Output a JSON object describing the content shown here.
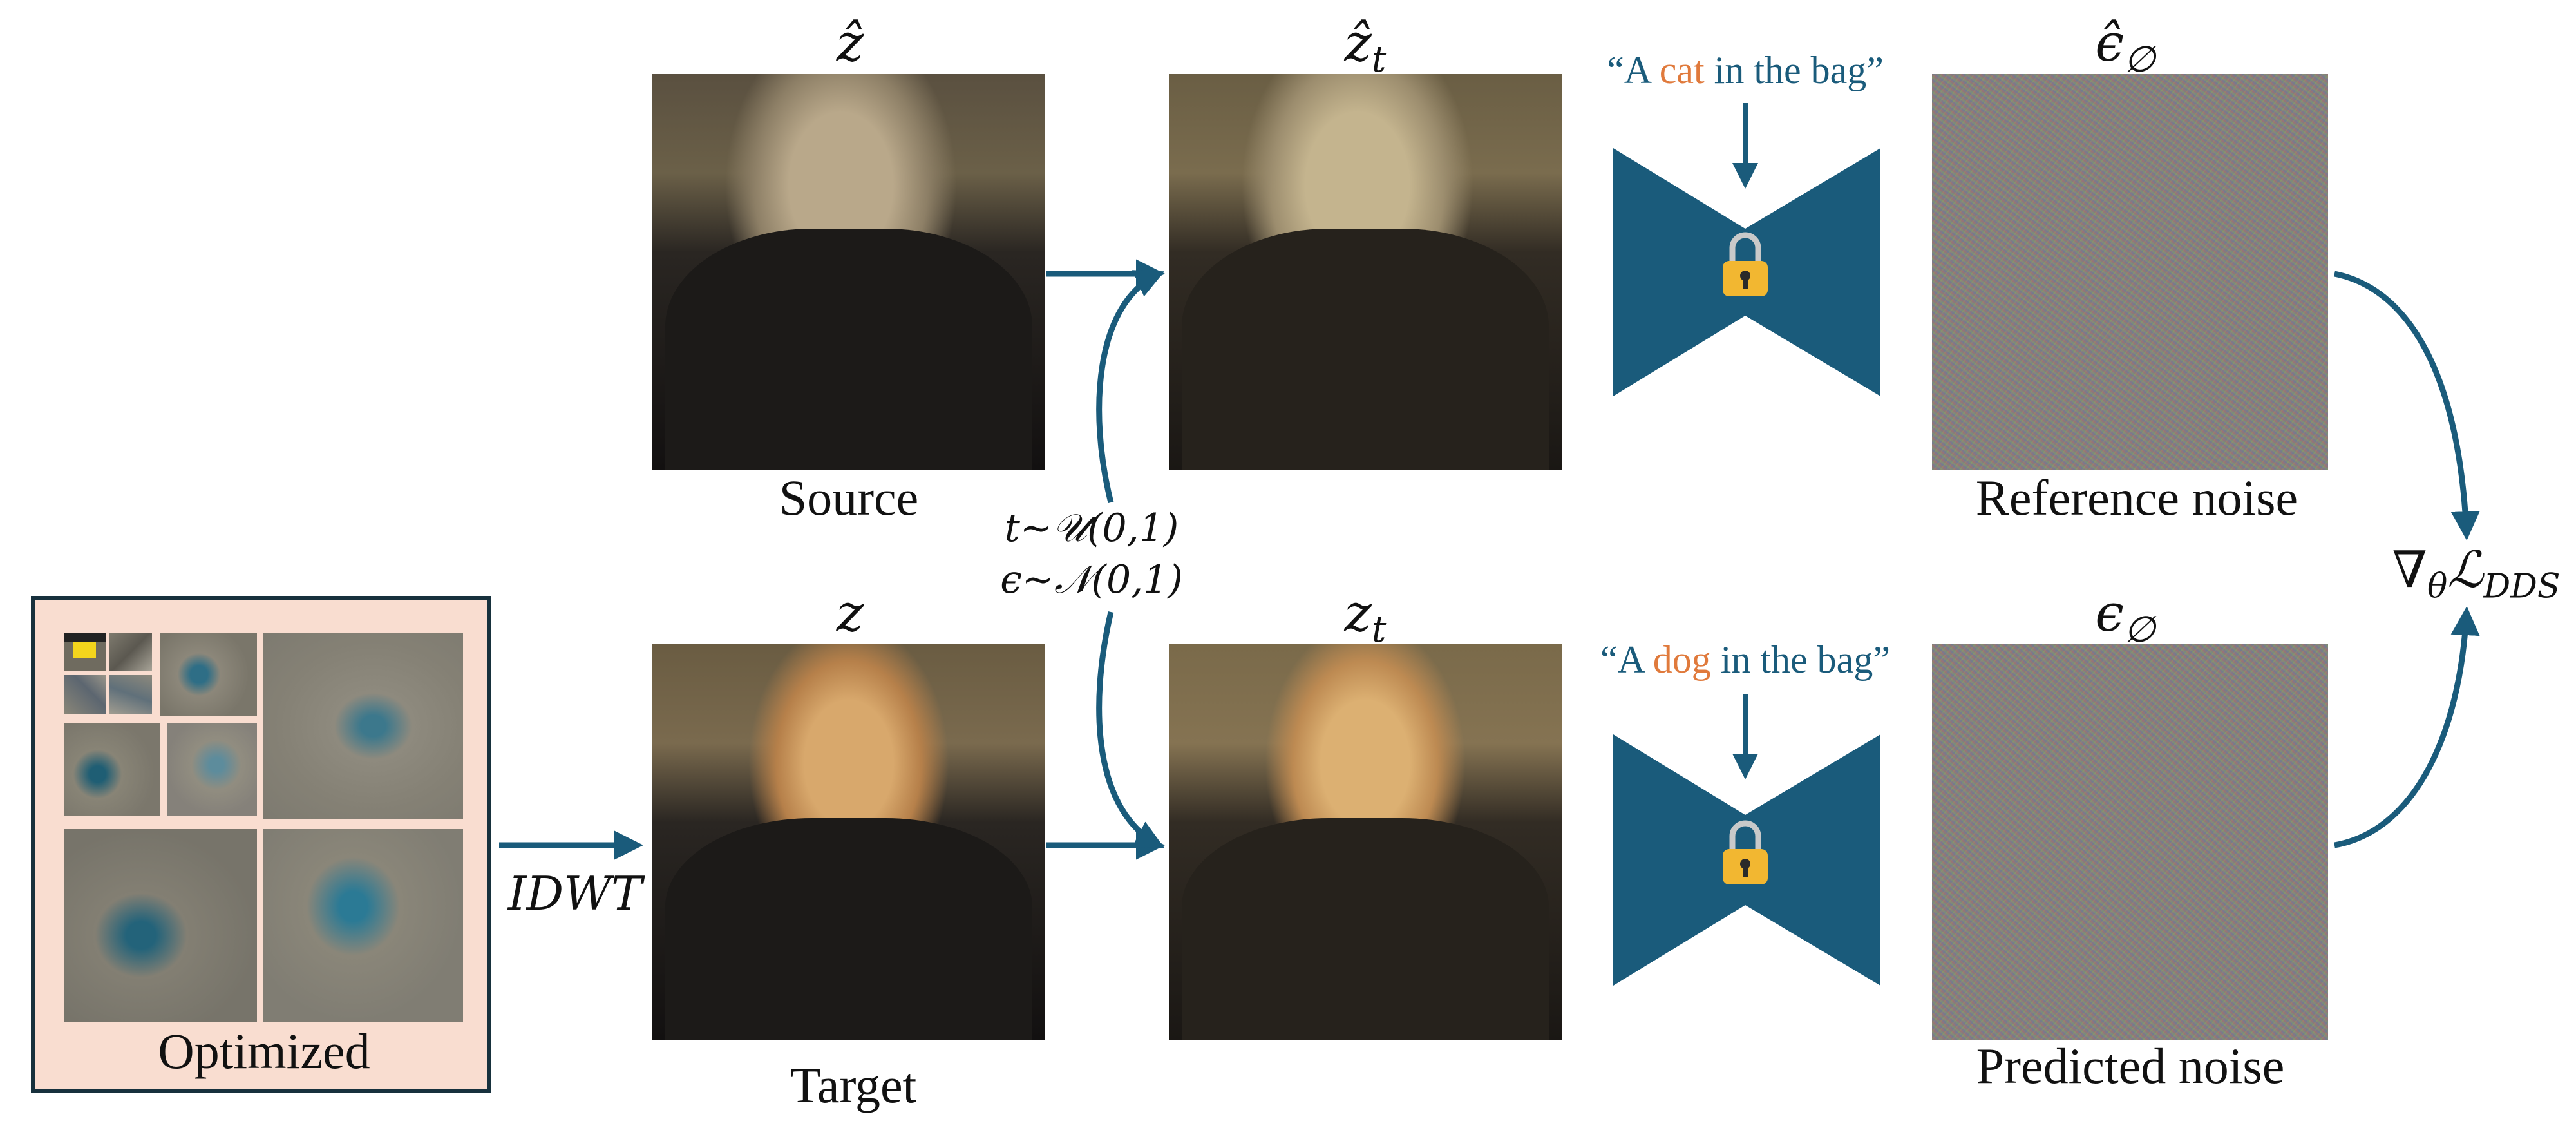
{
  "optimized": {
    "caption": "Optimized"
  },
  "idwt_label": "IDWT",
  "source": {
    "symbol": "ẑ",
    "caption": "Source"
  },
  "target": {
    "symbol": "z",
    "caption": "Target"
  },
  "noisy_source": {
    "symbol": "ẑ",
    "subscript": "t"
  },
  "noisy_target": {
    "symbol": "z",
    "subscript": "t"
  },
  "sampling": {
    "t_line": "t∼𝒰(0,1)",
    "eps_line": "ϵ∼𝒩(0,1)"
  },
  "prompt_top": {
    "open": "“A ",
    "word": "cat",
    "close": " in the bag”"
  },
  "prompt_bottom": {
    "open": "“A ",
    "word": "dog",
    "close": " in the bag”"
  },
  "ref_noise": {
    "symbol": "ϵ̂",
    "subscript": "∅",
    "caption": "Reference noise"
  },
  "pred_noise": {
    "symbol": "ϵ",
    "subscript": "∅",
    "caption": "Predicted noise"
  },
  "loss": {
    "nabla": "∇",
    "theta": "θ",
    "L": "ℒ",
    "sub": "DDS"
  },
  "colors": {
    "unet": "#1a5b7b",
    "arrow": "#1a5b7b",
    "lock": "#f2b731",
    "highlight": "#e07a3c",
    "optimized_bg": "#f9ddd0"
  },
  "icons": {
    "unet_lock": "lock-icon"
  }
}
